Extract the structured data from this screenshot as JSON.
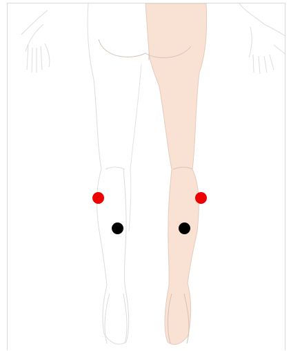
{
  "figure": {
    "view": "back",
    "highlighted_side": "right leg",
    "skin_color": "#f9e1d3",
    "outline_color": "#c9b1a4"
  },
  "markers": [
    {
      "id": "red-left",
      "kind": "red",
      "color": "#ee0000"
    },
    {
      "id": "red-right",
      "kind": "red",
      "color": "#ee0000"
    },
    {
      "id": "black-left",
      "kind": "black",
      "color": "#000000"
    },
    {
      "id": "black-right",
      "kind": "black",
      "color": "#000000"
    }
  ]
}
